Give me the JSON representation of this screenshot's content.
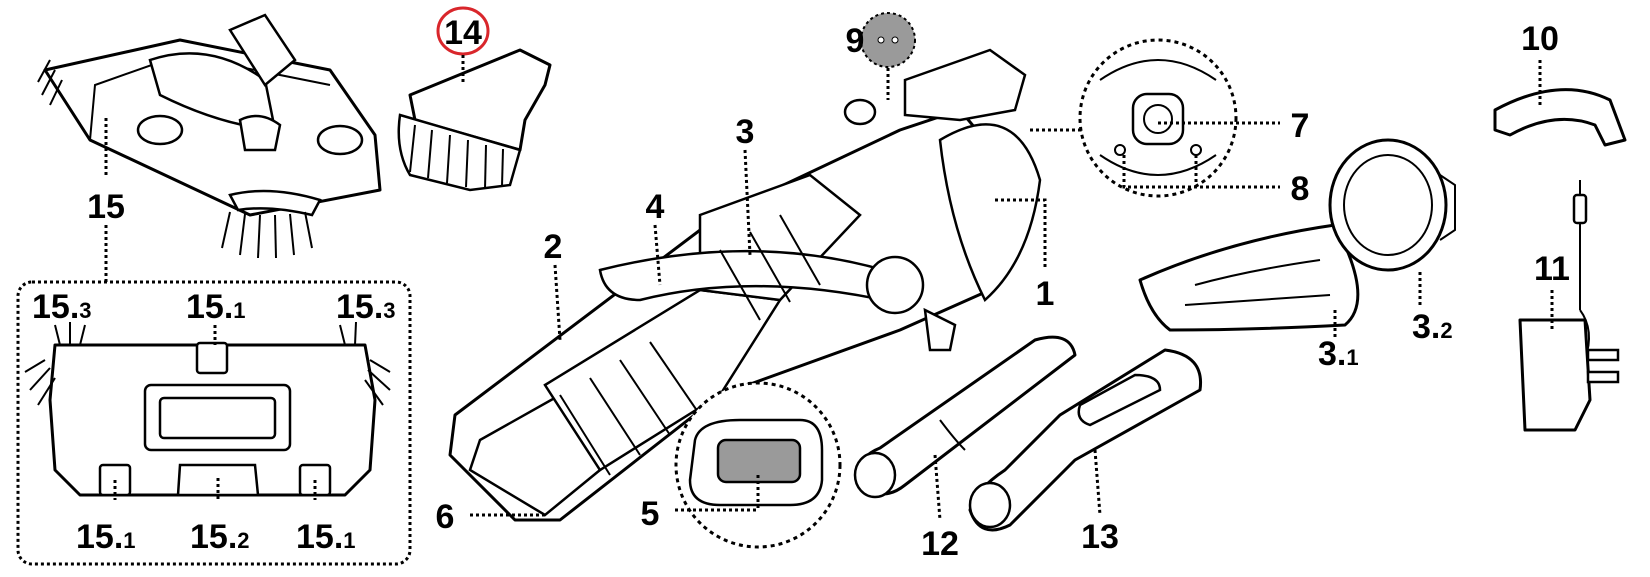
{
  "highlight_color": "#d9262b",
  "grey_fill": "#9a9a9a",
  "labels": {
    "l1": "1",
    "l2": "2",
    "l3": "3",
    "l4": "4",
    "l5": "5",
    "l6": "6",
    "l7": "7",
    "l8": "8",
    "l9": "9",
    "l10": "10",
    "l11": "11",
    "l12": "12",
    "l13": "13",
    "l14": "14",
    "l15": "15",
    "l3_1": {
      "main": "3.",
      "sub": "1"
    },
    "l3_2": {
      "main": "3.",
      "sub": "2"
    },
    "l15_1a": {
      "main": "15.",
      "sub": "1"
    },
    "l15_1b": {
      "main": "15.",
      "sub": "1"
    },
    "l15_1c": {
      "main": "15.",
      "sub": "1"
    },
    "l15_2": {
      "main": "15.",
      "sub": "2"
    },
    "l15_3a": {
      "main": "15.",
      "sub": "3"
    },
    "l15_3b": {
      "main": "15.",
      "sub": "3"
    }
  }
}
